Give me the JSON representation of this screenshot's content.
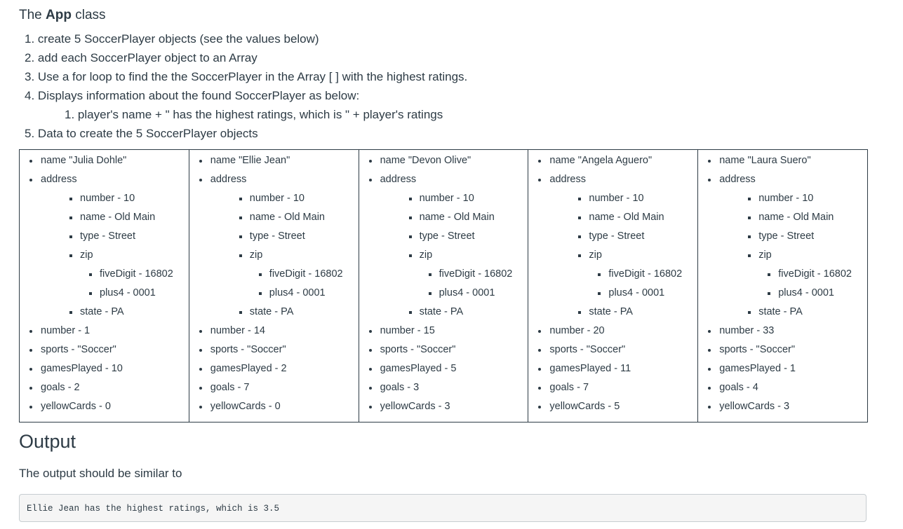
{
  "heading": {
    "prefix": "The",
    "bold": "App",
    "suffix": "class"
  },
  "steps": [
    {
      "num": "1.",
      "text": "create 5 SoccerPlayer objects (see the values below)"
    },
    {
      "num": "2.",
      "text": "add each SoccerPlayer object to an Array"
    },
    {
      "num": "3.",
      "text": "Use a for loop to find the the SoccerPlayer in the Array [ ] with the highest ratings."
    },
    {
      "num": "4.",
      "text": "Displays information about the found SoccerPlayer as below:"
    },
    {
      "num": "1.",
      "text": "player's name  + \" has the highest ratings, which is \" + player's ratings"
    },
    {
      "num": "5.",
      "text": "Data to create the 5 SoccerPlayer objects"
    }
  ],
  "players": [
    {
      "name": "name \"Julia Dohle\"",
      "address": "address",
      "addr_number": "number - 10",
      "addr_name": "name - Old Main",
      "addr_type": "type - Street",
      "zip": "zip",
      "fiveDigit": "fiveDigit - 16802",
      "plus4": "plus4 - 0001",
      "state": "state - PA",
      "number": "number - 1",
      "sports": "sports - \"Soccer\"",
      "gamesPlayed": "gamesPlayed - 10",
      "goals": "goals - 2",
      "yellowCards": "yellowCards - 0"
    },
    {
      "name": "name \"Ellie Jean\"",
      "address": "address",
      "addr_number": "number - 10",
      "addr_name": "name - Old Main",
      "addr_type": "type - Street",
      "zip": "zip",
      "fiveDigit": "fiveDigit - 16802",
      "plus4": "plus4 - 0001",
      "state": "state - PA",
      "number": "number - 14",
      "sports": "sports - \"Soccer\"",
      "gamesPlayed": "gamesPlayed - 2",
      "goals": "goals - 7",
      "yellowCards": "yellowCards - 0"
    },
    {
      "name": "name \"Devon Olive\"",
      "address": "address",
      "addr_number": "number - 10",
      "addr_name": "name - Old Main",
      "addr_type": "type - Street",
      "zip": "zip",
      "fiveDigit": "fiveDigit - 16802",
      "plus4": "plus4 - 0001",
      "state": "state - PA",
      "number": "number - 15",
      "sports": "sports - \"Soccer\"",
      "gamesPlayed": "gamesPlayed - 5",
      "goals": "goals - 3",
      "yellowCards": "yellowCards - 3"
    },
    {
      "name": "name \"Angela Aguero\"",
      "address": "address",
      "addr_number": "number - 10",
      "addr_name": "name - Old Main",
      "addr_type": "type - Street",
      "zip": "zip",
      "fiveDigit": "fiveDigit - 16802",
      "plus4": "plus4 - 0001",
      "state": "state - PA",
      "number": "number - 20",
      "sports": "sports - \"Soccer\"",
      "gamesPlayed": "gamesPlayed - 11",
      "goals": "goals - 7",
      "yellowCards": "yellowCards - 5"
    },
    {
      "name": "name \"Laura Suero\"",
      "address": "address",
      "addr_number": "number - 10",
      "addr_name": "name - Old Main",
      "addr_type": "type - Street",
      "zip": "zip",
      "fiveDigit": "fiveDigit - 16802",
      "plus4": "plus4 - 0001",
      "state": "state - PA",
      "number": "number - 33",
      "sports": "sports - \"Soccer\"",
      "gamesPlayed": "gamesPlayed - 1",
      "goals": "goals - 4",
      "yellowCards": "yellowCards - 3"
    }
  ],
  "output": {
    "heading": "Output",
    "intro": "The output should be similar to",
    "code": "Ellie Jean has the highest ratings, which is 3.5"
  }
}
